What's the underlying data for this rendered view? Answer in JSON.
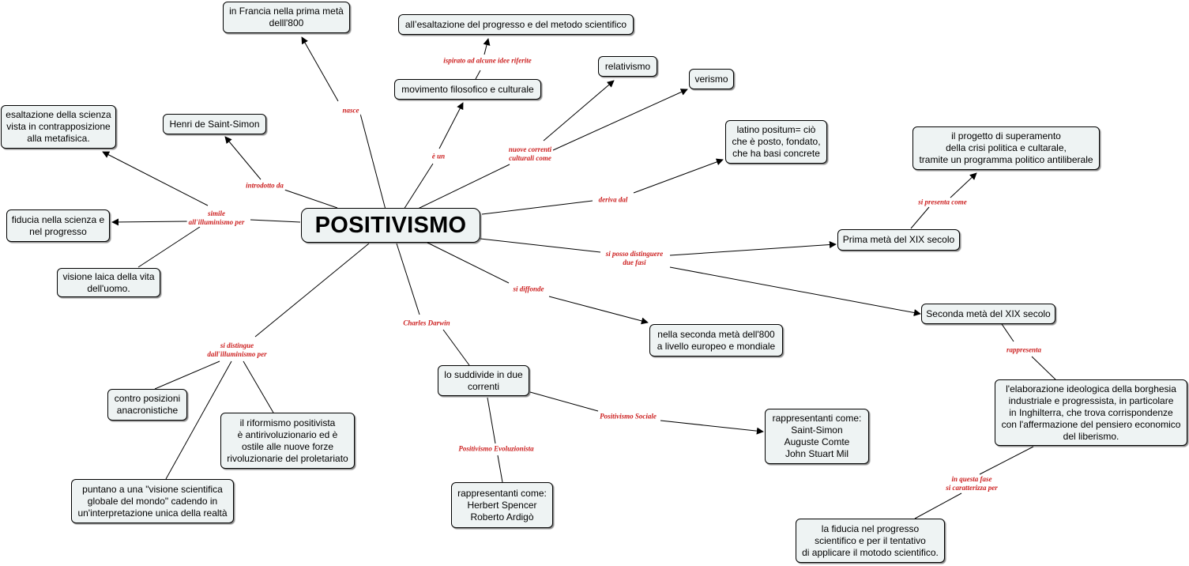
{
  "map": {
    "colors": {
      "link_label": "#cc1f1f",
      "node_fill": "#eef3f3",
      "node_border": "#000000"
    },
    "central": "POSITIVISMO",
    "nodes": {
      "francia": "in Francia nella prima metà\ndelll'800",
      "esaltazione_progresso": "all’esaltazione del progresso e del metodo scientifico",
      "movimento": "movimento filosofico e culturale",
      "relativismo": "relativismo",
      "verismo": "verismo",
      "saint_simon": "Henri de Saint-Simon",
      "esaltazione_scienza": "esaltazione della scienza\nvista in contrapposizione\nalla metafisica.",
      "latino": "latino positum= ciò\nche è posto, fondato,\nche ha basi concrete",
      "progetto": "il progetto di superamento\ndella crisi politica e cultarale,\ntramite un programma politico antiliberale",
      "fiducia_scienza": "fiducia nella scienza e\nnel progresso",
      "visione_laica": "visione laica della vita\ndell'uomo.",
      "prima_meta": "Prima metà del XIX secolo",
      "seconda_meta": "Seconda metà del XIX secolo",
      "diffonde": "nella seconda metà dell'800\na livello europeo e mondiale",
      "suddivide": "lo suddivide in due\ncorrenti",
      "elaborazione": "l'elaborazione ideologica della borghesia\nindustriale e progressista, in particolare\nin Inghilterra, che trova corrispondenze\ncon l'affermazione del pensiero economico\ndel liberismo.",
      "contro": "contro posizioni\nanacronistiche",
      "riformismo": "il riformismo positivista\nè antirivoluzionario ed è\nostile alle nuove forze\nrivoluzionarie del proletariato",
      "rappr_sociale": "rappresentanti come:\nSaint-Simon\nAuguste Comte\nJohn Stuart Mil",
      "puntano": "puntano a una \"visione scientifica\nglobale del mondo\" cadendo in\nun'interpretazione unica della realtà",
      "rappr_evol": "rappresentanti come:\nHerbert Spencer\nRoberto Ardigò",
      "fiducia_progresso": "la fiducia nel progresso\nscientifico e per il tentativo\ndi applicare il motodo scientifico."
    },
    "labels": {
      "nasce": "nasce",
      "ispirato": "ispirato ad alcune idee riferite",
      "e_un": "è un",
      "nuove_correnti": "nuove correnti\nculturali come",
      "introdotto": "introdotto da",
      "deriva": "deriva dal",
      "si_presenta": "si presenta come",
      "simile": "simile\nall'illuminismo per",
      "si_posso": "si posso distinguere\ndue fasi",
      "si_diffonde": "si diffonde",
      "charles": "Charles Darwin",
      "rappresenta": "rappresenta",
      "si_distingue": "si distingue\ndall'illuminismo per",
      "pos_sociale": "Positivismo Sociale",
      "pos_evol": "Positivismo Evoluzionista",
      "in_questa": "in questa fase\nsi caratterizza per"
    }
  }
}
